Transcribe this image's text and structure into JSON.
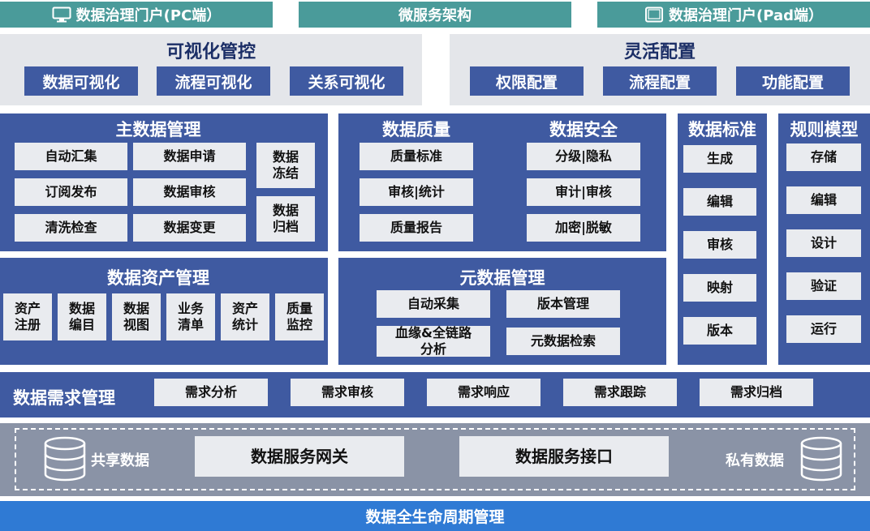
{
  "header": {
    "pc_portal": "数据治理门户(PC端）",
    "microservice": "微服务架构",
    "pad_portal": "数据治理门户(Pad端）"
  },
  "visual_control": {
    "title": "可视化管控",
    "items": [
      "数据可视化",
      "流程可视化",
      "关系可视化"
    ]
  },
  "flexible_config": {
    "title": "灵活配置",
    "items": [
      "权限配置",
      "流程配置",
      "功能配置"
    ]
  },
  "master_data": {
    "title": "主数据管理",
    "col1": [
      "自动汇集",
      "订阅发布",
      "清洗检查"
    ],
    "col2": [
      "数据申请",
      "数据审核",
      "数据变更"
    ],
    "col3": [
      "数据\n冻结",
      "数据\n归档"
    ]
  },
  "data_quality": {
    "title": "数据质量",
    "items": [
      "质量标准",
      "审核|统计",
      "质量报告"
    ]
  },
  "data_security": {
    "title": "数据安全",
    "items": [
      "分级|隐私",
      "审计|审核",
      "加密|脱敏"
    ]
  },
  "data_standard": {
    "title": "数据标准",
    "items": [
      "生成",
      "编辑",
      "审核",
      "映射",
      "版本"
    ]
  },
  "rule_model": {
    "title": "规则模型",
    "items": [
      "存储",
      "编辑",
      "设计",
      "验证",
      "运行"
    ]
  },
  "asset_mgmt": {
    "title": "数据资产管理",
    "items": [
      "资产\n注册",
      "数据\n编目",
      "数据\n视图",
      "业务\n清单",
      "资产\n统计",
      "质量\n监控"
    ]
  },
  "metadata_mgmt": {
    "title": "元数据管理",
    "items": [
      "自动采集",
      "版本管理",
      "血缘&全链路\n分析",
      "元数据检索"
    ]
  },
  "demand_mgmt": {
    "title": "数据需求管理",
    "items": [
      "需求分析",
      "需求审核",
      "需求响应",
      "需求跟踪",
      "需求归档"
    ]
  },
  "service_layer": {
    "shared": "共享数据",
    "gateway": "数据服务网关",
    "interface": "数据服务接口",
    "private": "私有数据"
  },
  "lifecycle": {
    "title": "数据全生命周期管理"
  },
  "colors": {
    "teal": "#4a9b9a",
    "navy": "#3f5aa1",
    "light_gray": "#e4e6ea",
    "service_gray": "#8a93a6",
    "lifecycle_blue": "#2f7ad4"
  }
}
